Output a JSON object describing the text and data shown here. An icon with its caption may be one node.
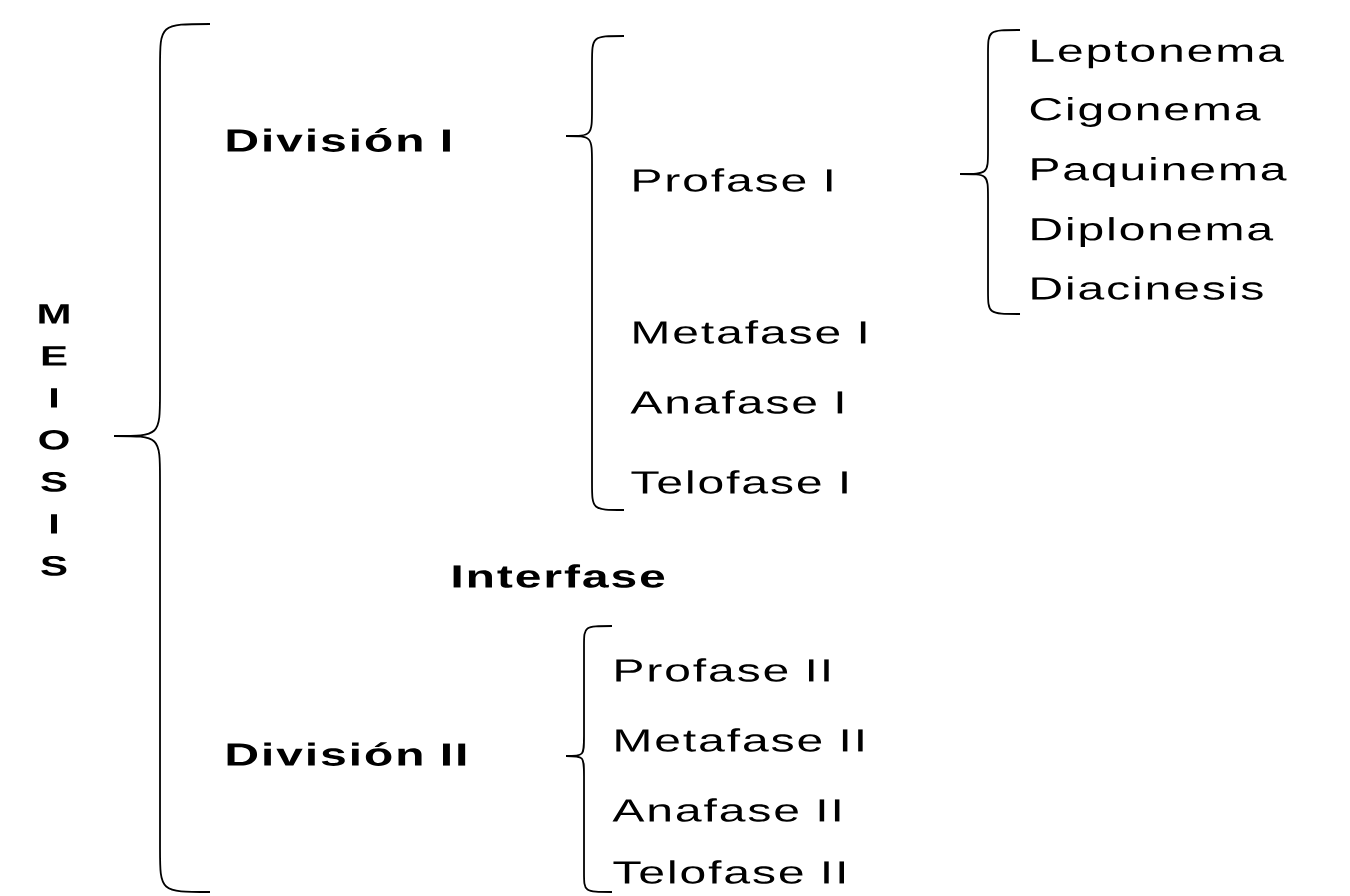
{
  "diagram": {
    "labels": [
      "MEIOSIS",
      "División I",
      "Profase I",
      "Leptonema",
      "Cigonema",
      "Paquinema",
      "Diplonema",
      "Diacinesis",
      "Metafase I",
      "Anafase I",
      "Telofase I",
      "Interfase",
      "División II",
      "Profase II",
      "Metafase II",
      "Anafase II",
      "Telofase II"
    ]
  }
}
